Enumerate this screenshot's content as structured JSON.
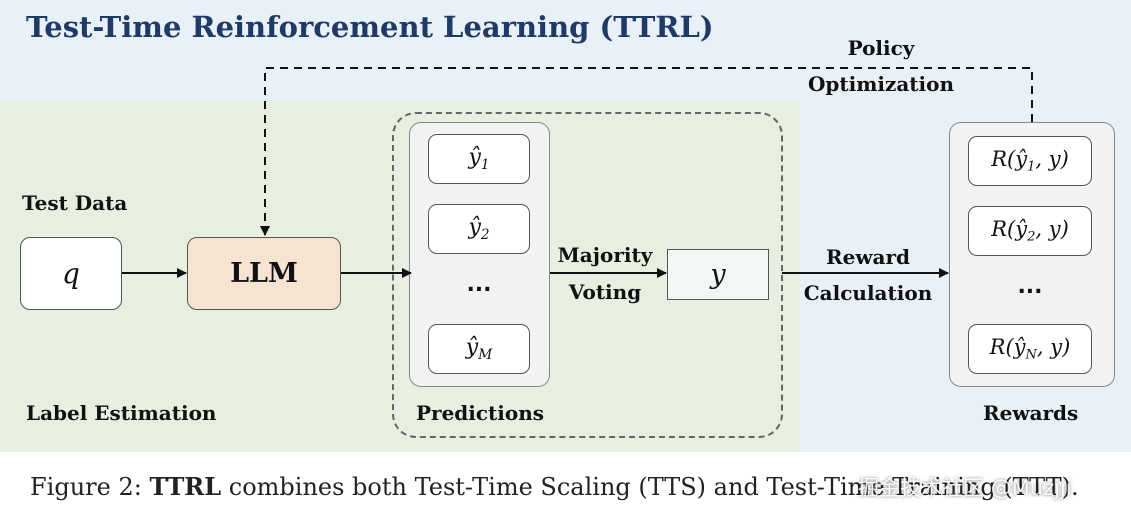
{
  "title": "Test-Time Reinforcement Learning (TTRL)",
  "labels": {
    "test_data": "Test Data",
    "label_estimation": "Label Estimation",
    "predictions": "Predictions",
    "rewards": "Rewards",
    "majority_voting_1": "Majority",
    "majority_voting_2": "Voting",
    "reward_calc_1": "Reward",
    "reward_calc_2": "Calculation",
    "policy_opt_1": "Policy",
    "policy_opt_2": "Optimization"
  },
  "nodes": {
    "query": "q",
    "llm": "LLM",
    "estimated_label": "y"
  },
  "predictions": [
    {
      "base": "ŷ",
      "sub": "1"
    },
    {
      "base": "ŷ",
      "sub": "2"
    },
    {
      "dots": "..."
    },
    {
      "base": "ŷ",
      "sub": "M"
    }
  ],
  "rewards": [
    {
      "pre": "R(",
      "base": "ŷ",
      "sub": "1",
      "post": ", y)"
    },
    {
      "pre": "R(",
      "base": "ŷ",
      "sub": "2",
      "post": ", y)"
    },
    {
      "dots": "..."
    },
    {
      "pre": "R(",
      "base": "ŷ",
      "sub": "N",
      "post": ", y)"
    }
  ],
  "caption": {
    "prefix": "Figure 2: ",
    "bold": "TTRL",
    "rest": " combines both Test-Time Scaling (TTS) and Test-Time Training (TTT)."
  },
  "watermark": "掘金技术社区 @Muzjji",
  "colors": {
    "outer_bg": "#e8f0f8",
    "green_bg": "#e6efe0",
    "llm_fill": "#f6e3d2",
    "title": "#1f3a66"
  }
}
